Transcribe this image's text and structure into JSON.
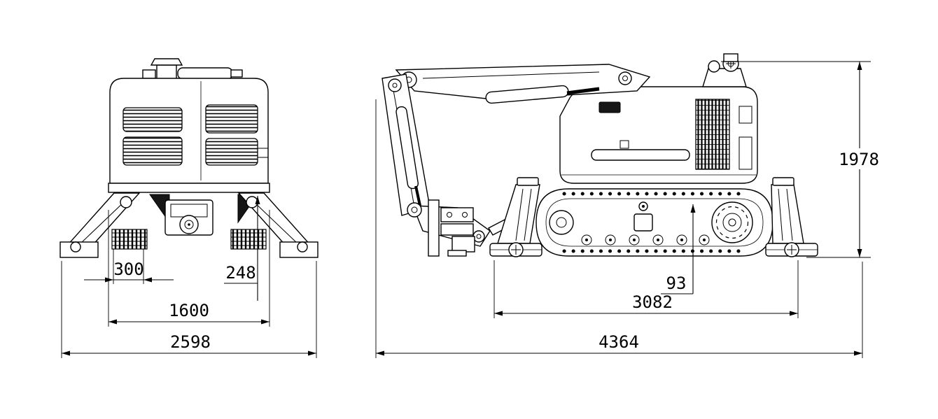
{
  "drawing": {
    "front_view": {
      "dim_300": "300",
      "dim_248": "248",
      "dim_1600": "1600",
      "dim_2598": "2598"
    },
    "side_view": {
      "dim_93": "93",
      "dim_1978": "1978",
      "dim_3082": "3082",
      "dim_4364": "4364"
    },
    "colors": {
      "line": "#000000",
      "background": "#ffffff"
    }
  }
}
